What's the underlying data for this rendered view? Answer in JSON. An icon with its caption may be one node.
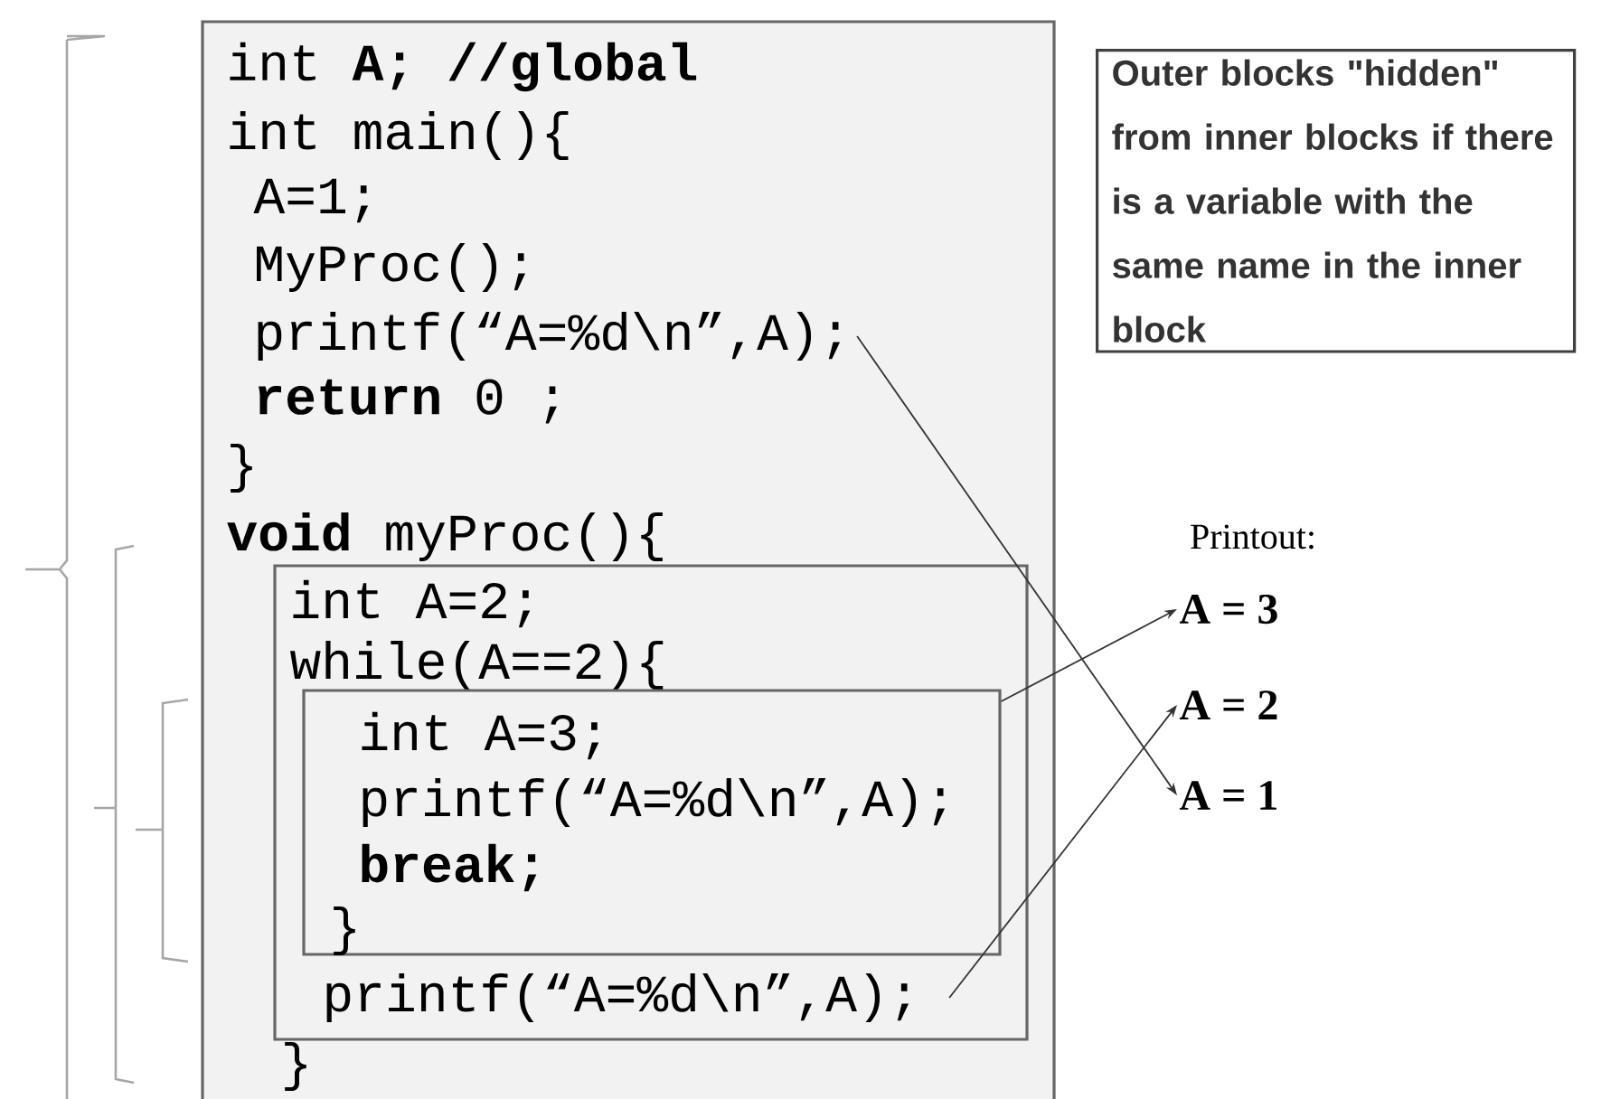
{
  "diagram": {
    "nodes": [
      {
        "text": [
          "int **A; //global**",
          "int main(){",
          "A=1;",
          "MyProc();",
          "**return** 0 ;",
          "}",
          "**void** myProc(){",
          "}"
        ]
      },
      {
        "text": [
          "printf(“A=%d\\n”,A);"
        ],
        "in": 0
      },
      {
        "text": [
          "int A=2;",
          "while(A==2){"
        ],
        "in": 0
      },
      {
        "text": [
          "int A=3;",
          "printf(“A=%d\\n”,A);",
          "break;",
          "}"
        ],
        "in": 2
      },
      {
        "text": [
          "printf(“A=%d\\n”,A);"
        ],
        "in": 2
      },
      {
        "text": [
          "Outer blocks \"hidden\" from inner blocks if there is a variable with the same name in the inner block"
        ]
      },
      {
        "text": [
          "A = 3"
        ]
      },
      {
        "text": [
          "A = 2"
        ]
      },
      {
        "text": [
          "A = 1"
        ]
      }
    ],
    "edges": [
      {
        "from": 3,
        "to": 6,
        "arrow": "to"
      },
      {
        "from": 4,
        "to": 7,
        "arrow": "to"
      },
      {
        "from": 1,
        "to": 8,
        "arrow": "to"
      }
    ],
    "labels": [
      "Printout:"
    ]
  }
}
